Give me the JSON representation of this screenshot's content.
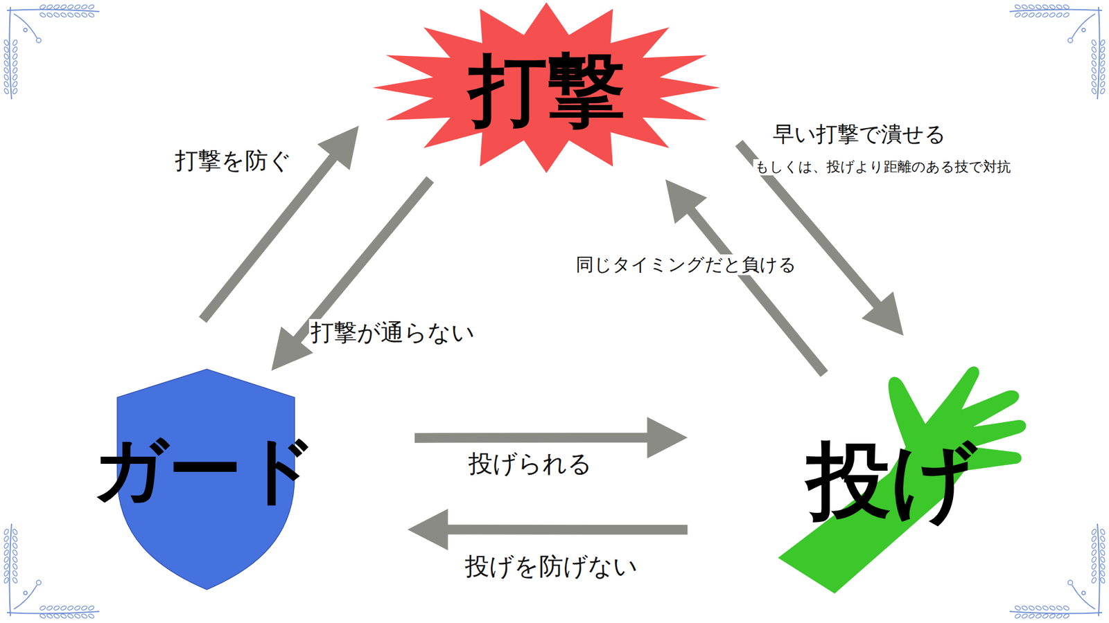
{
  "diagram": {
    "nodes": [
      {
        "text": [
          "打撃"
        ]
      },
      {
        "text": [
          "ガード"
        ]
      },
      {
        "text": [
          "投げ"
        ]
      }
    ],
    "edges": [
      {
        "from": 1,
        "to": 0,
        "arrow": "to",
        "label": "打撃を防ぐ"
      },
      {
        "from": 0,
        "to": 1,
        "arrow": "to",
        "label": "打撃が通らない"
      },
      {
        "from": 0,
        "to": 2,
        "arrow": "to",
        "label": "早い打撃で潰せる"
      },
      {
        "from": 2,
        "to": 0,
        "arrow": "to",
        "label": "同じタイミングだと負ける"
      },
      {
        "from": 1,
        "to": 2,
        "arrow": "to",
        "label": "投げられる"
      },
      {
        "from": 2,
        "to": 1,
        "arrow": "to",
        "label": "投げを防げない"
      }
    ],
    "labels": [
      "もしくは、投げより距離のある技で対抗"
    ]
  }
}
